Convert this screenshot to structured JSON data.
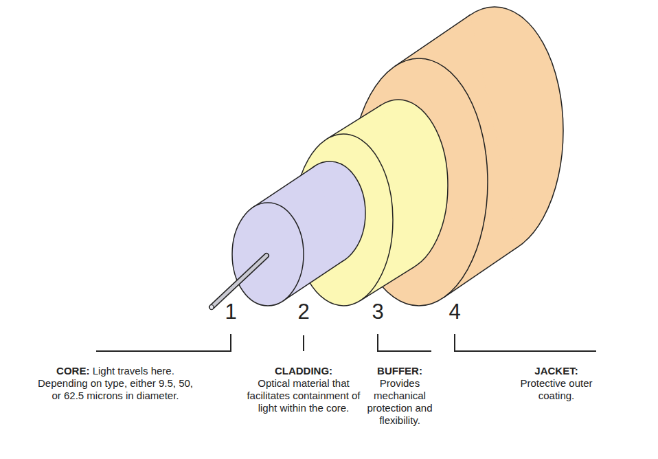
{
  "diagram": {
    "labels": [
      "1",
      "2",
      "3",
      "4",
      "CORE:",
      "Light travels here. Depending on type, either 9.5, 50, or 62.5 microns in diameter.",
      "CLADDING:",
      "Optical material that facilitates containment of light within the core.",
      "BUFFER:",
      "Provides mechanical protection and flexibility.",
      "JACKET:",
      "Protective outer coating."
    ]
  }
}
